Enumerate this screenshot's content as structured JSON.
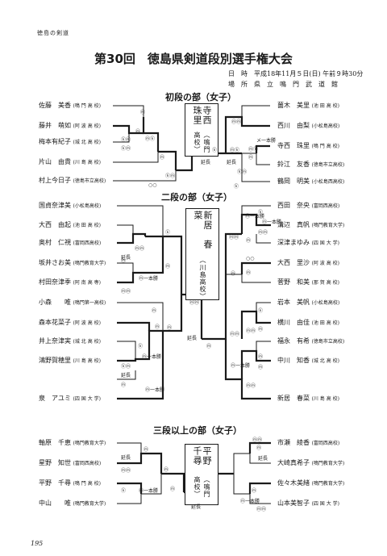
{
  "header_tag": "徳島の剣道",
  "title": "第30回　徳島県剣道段別選手権大会",
  "date_line": "日　時　平成18年11月５日(日) 午前９時30分",
  "venue_line": "場　所　県　立　鳴　門　武　道　館",
  "sections": [
    {
      "title": "初段の部（女子）",
      "champion": {
        "name": "寺西　珠里",
        "school": "（鳴門高校）"
      },
      "left": [
        {
          "name": "佐藤　美香",
          "school": "(鳴 門 高 校)"
        },
        {
          "name": "藤井　萌如",
          "school": "(阿 波 高 校)"
        },
        {
          "name": "梅本有紀子",
          "school": "(城 北 高 校)"
        },
        {
          "name": "片山　由貴",
          "school": "(川 島 高 校)"
        },
        {
          "name": "村上今日子",
          "school": "(徳島市立高校)"
        }
      ],
      "right": [
        {
          "name": "薗木　美里",
          "school": "(池 田 高 校)"
        },
        {
          "name": "西川　由梨",
          "school": "(小松島高校)"
        },
        {
          "name": "寺西　珠里",
          "school": "(鳴 門 高 校)"
        },
        {
          "name": "鈴江　友香",
          "school": "(徳島市立高校)"
        },
        {
          "name": "鶴岡　明美",
          "school": "(小松島西高校)"
        }
      ],
      "labels": [
        "延長",
        "延長",
        "メ一本勝"
      ],
      "marks": [
        "ⓜ",
        "ⓜ",
        "ⓚⓜ",
        "ⓜⓚ",
        "ⓚⓜ",
        "ⓜ",
        "ⓗⓜ",
        "○○",
        "ⓚ",
        "ⓜⓜ",
        "ⓜⓚ",
        "ⓜⓚ",
        "ⓜ",
        "ⓗⓜ",
        "ⓚ"
      ]
    },
    {
      "title": "二段の部（女子）",
      "champion": {
        "name": "新居　春菜",
        "school": "（川島高校）"
      },
      "left": [
        {
          "name": "国貞奈津美",
          "school": "(小松島高校)"
        },
        {
          "name": "大西　由起",
          "school": "(池 田 高 校)"
        },
        {
          "name": "奥村　仁視",
          "school": "(富岡西高校)"
        },
        {
          "name": "坂井さお美",
          "school": "(鳴門教育大学)"
        },
        {
          "name": "村田奈津季",
          "school": "(阿 南 高 専)"
        },
        {
          "name": "小森　　唯",
          "school": "(鳴門第一高校)"
        },
        {
          "name": "森本花菜子",
          "school": "(阿 波 高 校)"
        },
        {
          "name": "井上奈津実",
          "school": "(城 北 高 校)"
        },
        {
          "name": "鴻野賀穂里",
          "school": "(川 島 高 校)"
        },
        {
          "name": "泉　アユミ",
          "school": "(四 国 大 学)"
        }
      ],
      "right": [
        {
          "name": "西田　奈央",
          "school": "(富岡西高校)"
        },
        {
          "name": "溝辺　真帆",
          "school": "(鳴門教育大学)"
        },
        {
          "name": "深津まゆみ",
          "school": "(四 国 大 学)"
        },
        {
          "name": "大西　里沙",
          "school": "(阿 波 高 校)"
        },
        {
          "name": "菅野　和美",
          "school": "(那 賀 高 校)"
        },
        {
          "name": "岩本　美帆",
          "school": "(小松島高校)"
        },
        {
          "name": "横川　由佳",
          "school": "(池 田 高 校)"
        },
        {
          "name": "福永　有希",
          "school": "(徳島市立高校)"
        },
        {
          "name": "中川　知香",
          "school": "(城 北 高 校)"
        },
        {
          "name": "新居　春菜",
          "school": "(川 島 高 校)"
        }
      ],
      "labels": [
        "延長",
        "ⓜ一本勝",
        "延長",
        "ⓜ一本勝",
        "ⓜ一本勝",
        "ⓜ一本勝",
        "延長",
        "ⓜ一本勝",
        "ⓜ一本勝"
      ],
      "marks": [
        "ⓚ",
        "ⓜⓜ",
        "ⓜ",
        "ⓜⓜ",
        "ⓜ",
        "ⓜ",
        "ⓜ",
        "ⓚⓜ",
        "ⓚ",
        "ⓜ",
        "ⓜ",
        "ⓜⓜ",
        "ⓚ",
        "ⓜⓜ",
        "ⓜ",
        "ⓜⓜ",
        "ⓜ",
        "ⓜ",
        "○○",
        "ⓜ",
        "ⓚ",
        "ⓜⓜ",
        "ⓜ",
        "ⓜ",
        "ⓜⓜ",
        "ⓜⓜ",
        "ⓜ"
      ]
    },
    {
      "title": "三段以上の部（女子）",
      "champion": {
        "name": "平野　千尋",
        "school": "（鳴門高校）"
      },
      "left": [
        {
          "name": "軸原　千恵",
          "school": "(鳴門教育大学)"
        },
        {
          "name": "星野　知世",
          "school": "(富岡西高校)"
        },
        {
          "name": "平野　千尋",
          "school": "(鳴 門 高 校)"
        },
        {
          "name": "中山　　唯",
          "school": "(鳴門教育大学)"
        }
      ],
      "right": [
        {
          "name": "市瀬　綾香",
          "school": "(富岡西高校)"
        },
        {
          "name": "大崎真希子",
          "school": "(鳴門教育大学)"
        },
        {
          "name": "佐々木美緒",
          "school": "(鳴門教育大学)"
        },
        {
          "name": "山本美智子",
          "school": "(四 国 大 学)"
        }
      ],
      "labels": [
        "延長",
        "ⓜ一本勝",
        "延長",
        "延長",
        "ⓜ一本勝"
      ],
      "marks": [
        "ⓜ",
        "ⓜⓜ",
        "ⓜ",
        "ⓚ",
        "ⓜ",
        "ⓜⓜ",
        "ⓜ",
        "ⓜ",
        "ⓜⓜ"
      ]
    }
  ],
  "page_number": "195"
}
